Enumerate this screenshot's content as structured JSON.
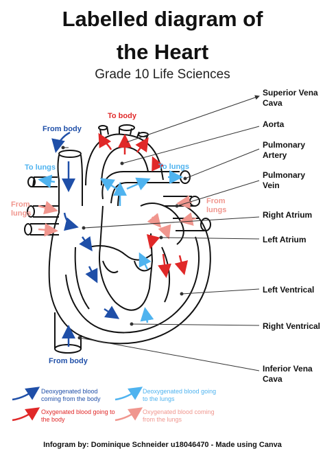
{
  "title_line1": "Labelled diagram of",
  "title_line2": "the Heart",
  "subtitle": "Grade 10 Life Sciences",
  "labels": {
    "superior_vena_cava": "Superior Vena Cava",
    "aorta": "Aorta",
    "pulmonary_artery": "Pulmonary Artery",
    "pulmonary_vein": "Pulmonary Vein",
    "right_atrium": "Right Atrium",
    "left_atrium": "Left Atrium",
    "left_ventrical": "Left Ventrical",
    "right_ventrical": "Right Ventrical",
    "inferior_vena_cava": "Inferior Vena Cava"
  },
  "flow_labels": {
    "to_body": "To body",
    "from_body_top": "From body",
    "to_lungs_left": "To lungs",
    "to_lungs_right": "To lungs",
    "from_lungs_left": "From lungs",
    "from_lungs_right": "From lungs",
    "from_body_bottom": "From body"
  },
  "legend": [
    {
      "text": "Deoxygenated blood coming from the body",
      "color": "#1f4fa8"
    },
    {
      "text": "Deoxygenated blood going to the lungs",
      "color": "#4fb3ef"
    },
    {
      "text": "Oxygenated blood going to the body",
      "color": "#e02828"
    },
    {
      "text": "Oxygenated blood coming from the lungs",
      "color": "#f0968e"
    }
  ],
  "colors": {
    "dark_blue": "#1f4fa8",
    "light_blue": "#4fb3ef",
    "red": "#e02828",
    "pink": "#f0968e"
  },
  "footer": "Infogram by: Dominique Schneider u18046470 - Made using Canva"
}
